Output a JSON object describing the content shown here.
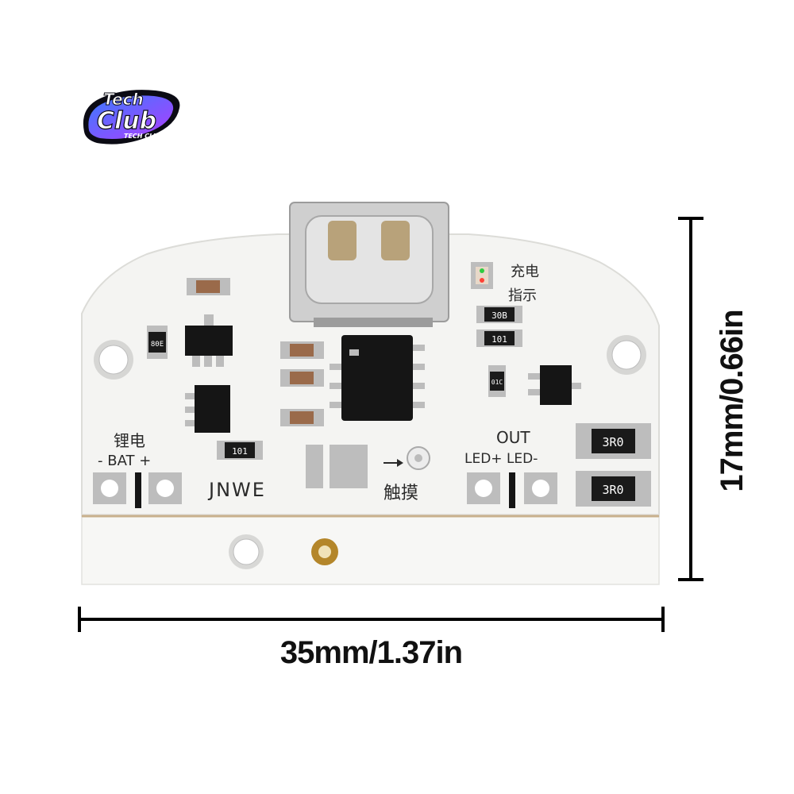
{
  "brand": {
    "logo_text_top": "Tech",
    "logo_text_big": "Club",
    "logo_text_small": "TECH CLUB",
    "colors": {
      "gradient_start": "#3a7bff",
      "gradient_end": "#b03cff",
      "outline": "#0b0b14"
    }
  },
  "dimensions": {
    "width": "35mm/1.37in",
    "height": "17mm/0.66in"
  },
  "board_labels": {
    "battery_cn": "锂电",
    "battery": "- BAT +",
    "brand": "JNWE",
    "touch_cn": "触摸",
    "out": "OUT",
    "led_pins": "LED+ LED-",
    "charge_cn_1": "充电",
    "charge_cn_2": "指示",
    "resistor_1": "3R0",
    "resistor_2": "3R0",
    "resistor_3": "30B",
    "resistor_4": "101",
    "resistor_5": "101",
    "resistor_6": "80E",
    "resistor_7": "01C"
  },
  "colors": {
    "pcb": "#f4f4f2",
    "pcb_edge": "#e2e2df",
    "pad": "#b9b9b9",
    "chip": "#151515",
    "port_metal": "#c9c9c9",
    "capacitor": "#9a6a4a",
    "dimension_line": "#000000"
  }
}
